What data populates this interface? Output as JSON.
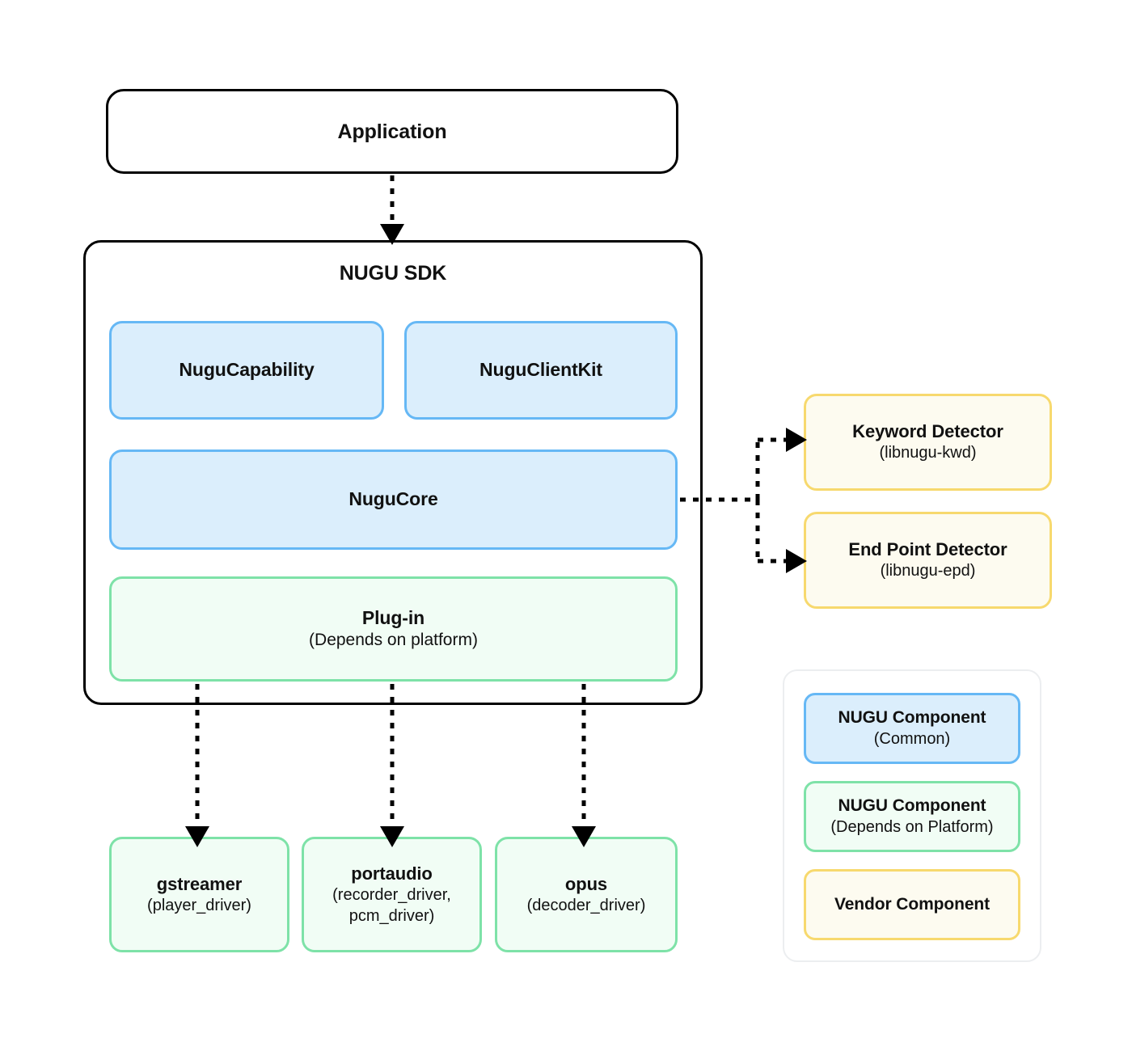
{
  "diagram": {
    "application": {
      "title": "Application"
    },
    "sdk": {
      "title": "NUGU SDK",
      "components": [
        {
          "title": "NuguCapability",
          "sub": ""
        },
        {
          "title": "NuguClientKit",
          "sub": ""
        },
        {
          "title": "NuguCore",
          "sub": ""
        },
        {
          "title": "Plug-in",
          "sub": "(Depends on platform)"
        }
      ]
    },
    "vendor": [
      {
        "title": "Keyword Detector",
        "sub": "(libnugu-kwd)"
      },
      {
        "title": "End Point Detector",
        "sub": "(libnugu-epd)"
      }
    ],
    "drivers": [
      {
        "title": "gstreamer",
        "sub": "(player_driver)"
      },
      {
        "title": "portaudio",
        "sub": "(recorder_driver,\npcm_driver)"
      },
      {
        "title": "opus",
        "sub": "(decoder_driver)"
      }
    ],
    "legend": {
      "items": [
        {
          "title": "NUGU Component",
          "sub": "(Common)"
        },
        {
          "title": "NUGU Component",
          "sub": "(Depends on Platform)"
        },
        {
          "title": "Vendor Component",
          "sub": ""
        }
      ]
    },
    "colors": {
      "blue_fill": "#dbeefc",
      "blue_border": "#66b8f5",
      "green_fill": "#f1fdf5",
      "green_border": "#7ee2a8",
      "yellow_fill": "#fdfbf0",
      "yellow_border": "#f7d96e",
      "shell_border": "#000000",
      "legend_border": "#eceef0",
      "arrow": "#000000",
      "background": "#ffffff"
    }
  }
}
